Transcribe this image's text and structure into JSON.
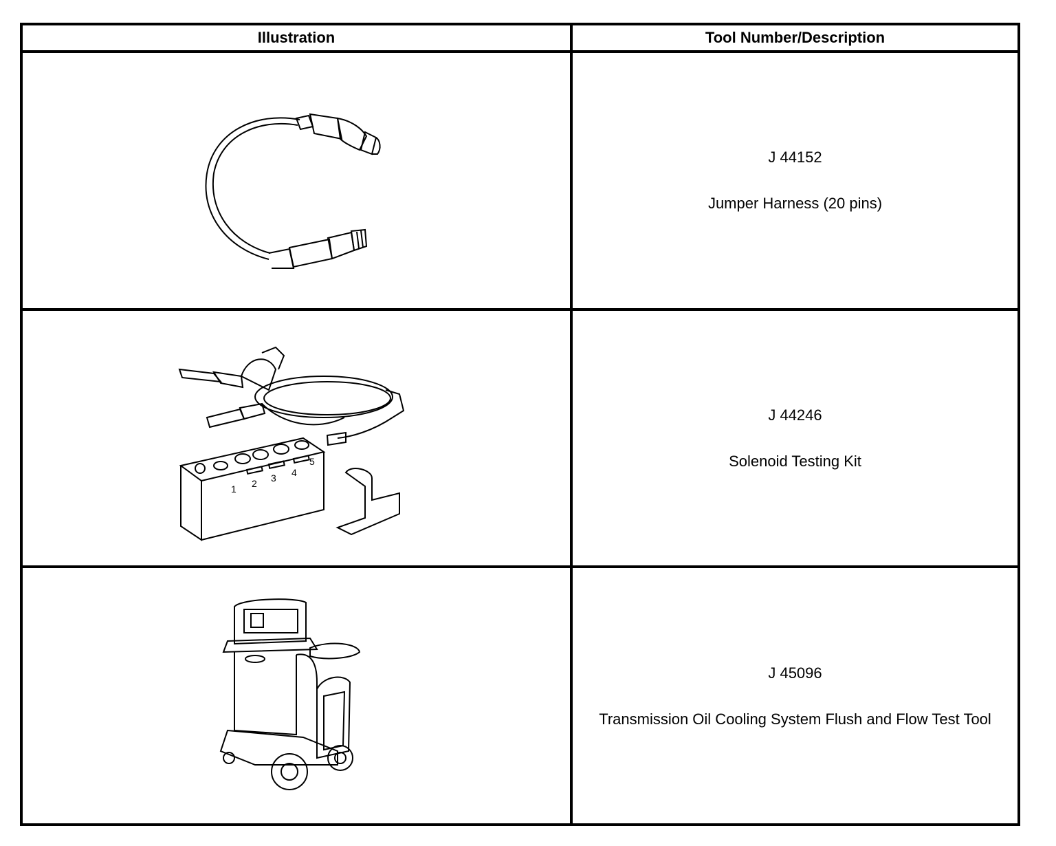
{
  "table": {
    "headers": {
      "illustration": "Illustration",
      "description": "Tool Number/Description"
    },
    "rows": [
      {
        "tool_number": "J 44152",
        "description": "Jumper Harness (20 pins)",
        "illustration_icon": "jumper-harness-icon"
      },
      {
        "tool_number": "J 44246",
        "description": "Solenoid Testing Kit",
        "illustration_icon": "solenoid-testing-kit-icon",
        "block_port_numbers": [
          "1",
          "2",
          "3",
          "4",
          "5"
        ]
      },
      {
        "tool_number": "J 45096",
        "description": "Transmission Oil Cooling System Flush and Flow Test Tool",
        "illustration_icon": "flush-flow-test-cart-icon"
      }
    ]
  }
}
